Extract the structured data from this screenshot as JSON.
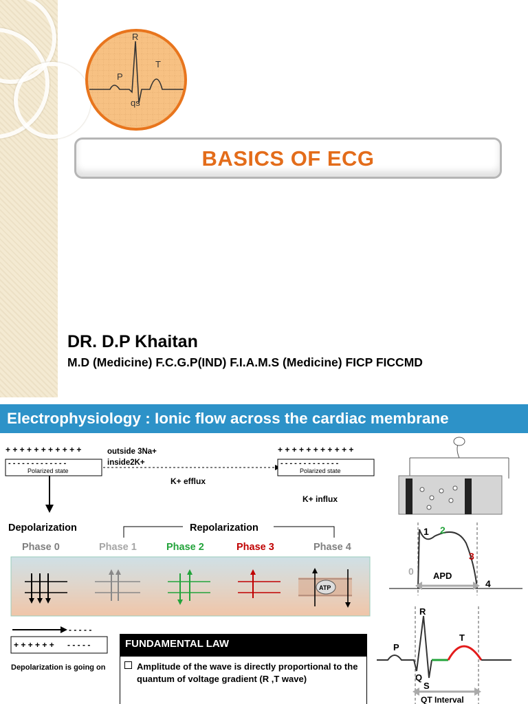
{
  "slide1": {
    "title": "BASICS OF ECG",
    "author": "DR. D.P Khaitan",
    "credentials": "M.D (Medicine)  F.C.G.P(IND)  F.I.A.M.S (Medicine) FICP FICCMD",
    "logo_labels": {
      "r": "R",
      "p": "P",
      "t": "T",
      "qs": "qs"
    },
    "colors": {
      "accent": "#e36c1a",
      "logo_bg": "#f7c183",
      "strip": "#f4ead2"
    }
  },
  "slide2": {
    "header": "Electrophysiology : Ionic flow across the cardiac membrane",
    "membrane": {
      "plus_row": "+ + + + + + + + + + +",
      "minus_row": "- - - - - - - - - - - - -",
      "state": "Polarized state",
      "outside": "outside 3Na+",
      "inside": "inside2K+",
      "efflux": "K+ efflux",
      "influx": "K+ influx"
    },
    "depolarization": "Depolarization",
    "repolarization": "Repolarization",
    "phases": [
      {
        "label": "Phase 0",
        "color": "#7f7f7f"
      },
      {
        "label": "Phase 1",
        "color": "#a6a6a6"
      },
      {
        "label": "Phase 2",
        "color": "#22a33a"
      },
      {
        "label": "Phase 3",
        "color": "#c00000"
      },
      {
        "label": "Phase 4",
        "color": "#7f7f7f"
      }
    ],
    "atp": "ATP",
    "dep_going": "Depolarization is going on",
    "dep_plus": "+ + + + + +",
    "dep_minus": "- - - - -",
    "fundamental_law": {
      "title": "FUNDAMENTAL LAW",
      "text": "Amplitude of the wave is directly proportional to the quantum of voltage gradient  (R ,T wave)"
    },
    "action_potential": {
      "p0": "0",
      "p1": "1",
      "p2": "2",
      "p3": "3",
      "p4": "4",
      "apd": "APD"
    },
    "ecg": {
      "p": "P",
      "q": "Q",
      "r": "R",
      "s": "S",
      "t": "T",
      "qt": "QT Interval"
    }
  }
}
